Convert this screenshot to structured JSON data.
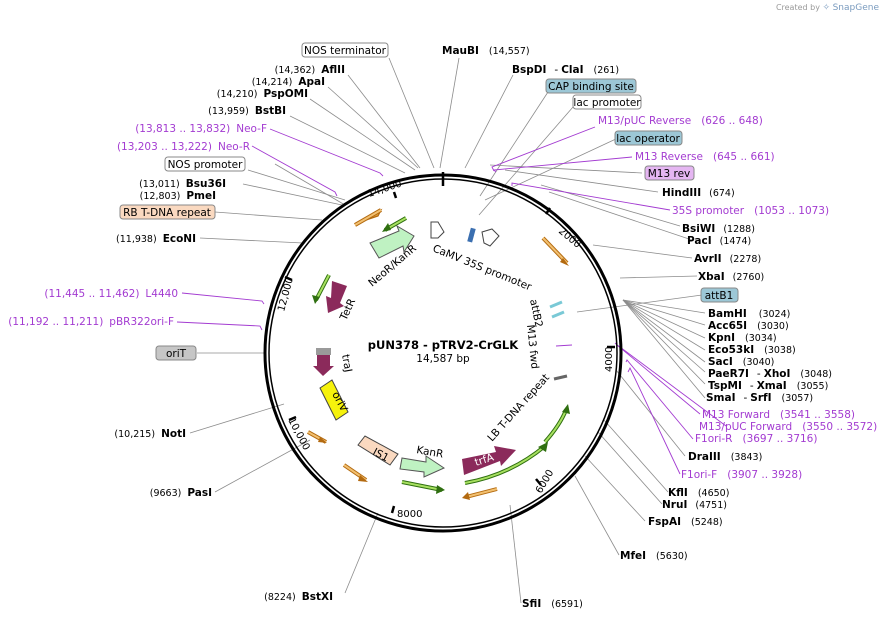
{
  "credit": {
    "text": "Created by",
    "brand": "SnapGene"
  },
  "plasmid": {
    "name": "pUN378 - pTRV2-CrGLK",
    "length_label": "14,587 bp",
    "length": 14587
  },
  "ticks": [
    "2000",
    "4000",
    "6000",
    "8000",
    "10,000",
    "12,000",
    "14,000"
  ],
  "enzymes": {
    "maubi": {
      "name": "MauBI",
      "pos": "(14,557)"
    },
    "bspdi": {
      "name": "BspDI",
      "sep": "-",
      "name2": "ClaI",
      "pos": "(261)"
    },
    "aflii": {
      "name": "AflII",
      "pos": "(14,362)"
    },
    "apai": {
      "name": "ApaI",
      "pos": "(14,214)"
    },
    "pspomi": {
      "name": "PspOMI",
      "pos": "(14,210)"
    },
    "bstbi": {
      "name": "BstBI",
      "pos": "(13,959)"
    },
    "bsu36i": {
      "name": "Bsu36I",
      "pos": "(13,011)"
    },
    "pmei": {
      "name": "PmeI",
      "pos": "(12,803)"
    },
    "econi": {
      "name": "EcoNI",
      "pos": "(11,938)"
    },
    "hindiii": {
      "name": "HindIII",
      "pos": "(674)"
    },
    "bsiwi": {
      "name": "BsiWI",
      "pos": "(1288)"
    },
    "paci": {
      "name": "PacI",
      "pos": "(1474)"
    },
    "avrii": {
      "name": "AvrII",
      "pos": "(2278)"
    },
    "xbai": {
      "name": "XbaI",
      "pos": "(2760)"
    },
    "bamhi": {
      "name": "BamHI",
      "pos": "(3024)"
    },
    "acc65i": {
      "name": "Acc65I",
      "pos": "(3030)"
    },
    "kpni": {
      "name": "KpnI",
      "pos": "(3034)"
    },
    "eco53ki": {
      "name": "Eco53kI",
      "pos": "(3038)"
    },
    "saci": {
      "name": "SacI",
      "pos": "(3040)"
    },
    "paer7i": {
      "name": "PaeR7I",
      "sep": "-",
      "name2": "XhoI",
      "pos": "(3048)"
    },
    "tspmi": {
      "name": "TspMI",
      "sep": "-",
      "name2": "XmaI",
      "pos": "(3055)"
    },
    "smai": {
      "name": "SmaI",
      "sep": "-",
      "name2": "SrfI",
      "pos": "(3057)"
    },
    "draiii": {
      "name": "DraIII",
      "pos": "(3843)"
    },
    "kfli": {
      "name": "KflI",
      "pos": "(4650)"
    },
    "nrui": {
      "name": "NruI",
      "pos": "(4751)"
    },
    "fspai": {
      "name": "FspAI",
      "pos": "(5248)"
    },
    "mfei": {
      "name": "MfeI",
      "pos": "(5630)"
    },
    "sfii": {
      "name": "SfiI",
      "pos": "(6591)"
    },
    "bstxi": {
      "name": "BstXI",
      "pos": "(8224)"
    },
    "pasi": {
      "name": "PasI",
      "pos": "(9663)"
    },
    "noti": {
      "name": "NotI",
      "pos": "(10,215)"
    }
  },
  "primers": {
    "neof": {
      "name": "Neo-F",
      "range": "(13,813 .. 13,832)"
    },
    "neor": {
      "name": "Neo-R",
      "range": "(13,203 .. 13,222)"
    },
    "l4440": {
      "name": "L4440",
      "range": "(11,445 .. 11,462)"
    },
    "pbr": {
      "name": "pBR322ori-F",
      "range": "(11,192 .. 11,211)"
    },
    "m13puc_rev": {
      "name": "M13/pUC Reverse",
      "range": "(626 .. 648)"
    },
    "m13rev": {
      "name": "M13 Reverse",
      "range": "(645 .. 661)"
    },
    "s35prom": {
      "name": "35S promoter",
      "range": "(1053 .. 1073)"
    },
    "m13fwd": {
      "name": "M13 Forward",
      "range": "(3541 .. 3558)"
    },
    "m13puc_fwd": {
      "name": "M13/pUC Forward",
      "range": "(3550 .. 3572)"
    },
    "f1orir": {
      "name": "F1ori-R",
      "range": "(3697 .. 3716)"
    },
    "f1orif": {
      "name": "F1ori-F",
      "range": "(3907 .. 3928)"
    }
  },
  "boxed_features": {
    "nos_term": "NOS terminator",
    "nos_prom": "NOS promoter",
    "rb_tdna": "RB T-DNA repeat",
    "orit": "oriT",
    "cap": "CAP binding site",
    "lac_prom": "lac promoter",
    "lac_op": "lac operator",
    "m13rev_box": "M13 rev",
    "attb1": "attB1"
  },
  "inner_features": {
    "neor_kanr": "NeoR/KanR",
    "camv": "CaMV 35S promoter",
    "tetr": "TetR",
    "traj": "traJ",
    "oriv": "oriV",
    "is1": "IS1",
    "kanr": "KanR",
    "trfa": "trfA",
    "lb_tdna": "LB T-DNA repeat",
    "attb2": "attB2",
    "m13fwd_inner": "M13 fwd"
  },
  "colors": {
    "primer": "#a33bd1",
    "feature_green": "#8fd24a",
    "feature_orange": "#e8a33a",
    "marker_purple": "#8b2a5b",
    "yellow": "#f6f20c",
    "box_blue": "#9cc7d6",
    "box_peach": "#fad9c0",
    "box_lilac": "#e5b6f2",
    "box_grey": "#c6c6c6"
  }
}
